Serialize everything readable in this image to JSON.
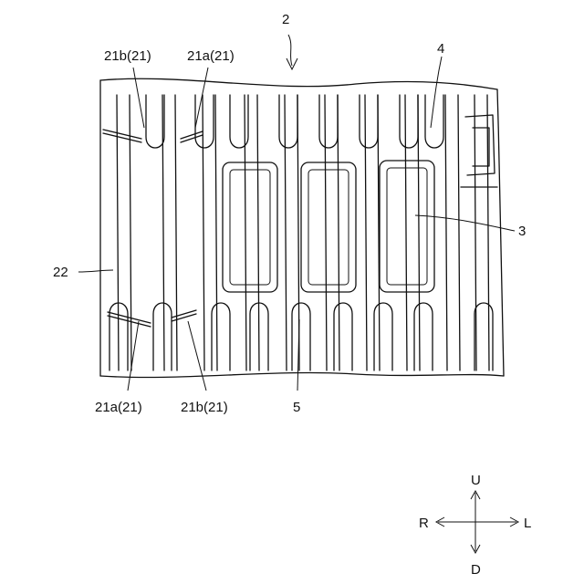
{
  "labels": {
    "ref_2": "2",
    "ref_4": "4",
    "ref_3": "3",
    "ref_22": "22",
    "ref_5": "5",
    "top_left_21b": "21b(21)",
    "top_left_21a": "21a(21)",
    "bottom_21a": "21a(21)",
    "bottom_21b": "21b(21)"
  },
  "compass": {
    "up": "U",
    "down": "D",
    "right_side": "R",
    "left_side": "L"
  }
}
